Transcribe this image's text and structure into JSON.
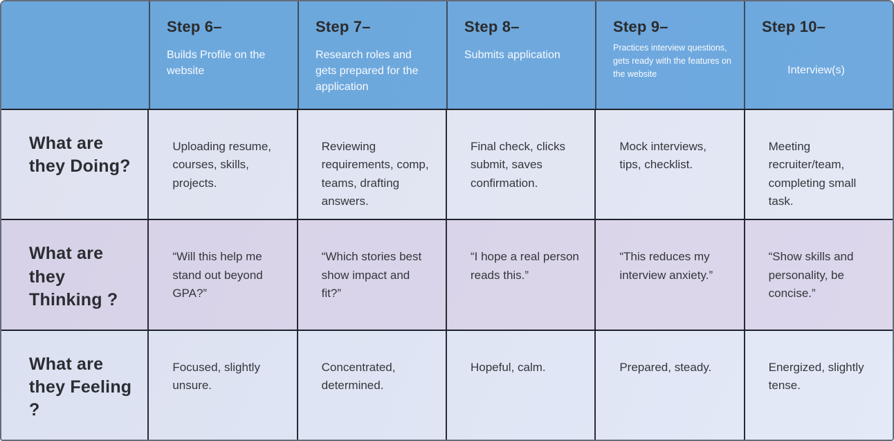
{
  "journey_map": {
    "corner_label": "",
    "columns": [
      {
        "title": "Step 6–",
        "subtitle": "Builds Profile on the website"
      },
      {
        "title": "Step 7–",
        "subtitle": "Research roles and gets prepared for the application"
      },
      {
        "title": "Step 8–",
        "subtitle": "Submits application"
      },
      {
        "title": "Step 9–",
        "subtitle": "Practices interview questions, gets ready with the features on the website"
      },
      {
        "title": "Step 10–",
        "subtitle": "Interview(s)"
      }
    ],
    "rows": [
      {
        "label": "What are they Doing?",
        "cells": [
          "Uploading resume, courses, skills, projects.",
          "Reviewing requirements, comp, teams, drafting answers.",
          "Final check, clicks submit, saves confirmation.",
          "Mock interviews, tips, checklist.",
          "Meeting recruiter/team, completing small task."
        ]
      },
      {
        "label": "What are they Thinking ?",
        "cells": [
          "“Will this help me stand out beyond GPA?”",
          "“Which stories best show impact and fit?”",
          "“I hope a real person reads this.”",
          "“This reduces my interview anxiety.”",
          "“Show skills and personality, be concise.”"
        ]
      },
      {
        "label": "What are they Feeling ?",
        "cells": [
          "Focused, slightly unsure.",
          "Concentrated, determined.",
          "Hopeful, calm.",
          "Prepared, steady.",
          "Energized, slightly tense."
        ]
      }
    ],
    "colors": {
      "header_bg": "#6CA7DC",
      "header_title_text": "#2B2B2B",
      "header_subtitle_text": "#F7FAFD",
      "row_doing_bg": "#E1E5F2",
      "row_thinking_bg": "#D9D3E9",
      "row_feeling_bg": "#DFE4F4",
      "body_text": "#33373B",
      "grid_line": "#262B33",
      "outer_border": "#646B78"
    }
  }
}
